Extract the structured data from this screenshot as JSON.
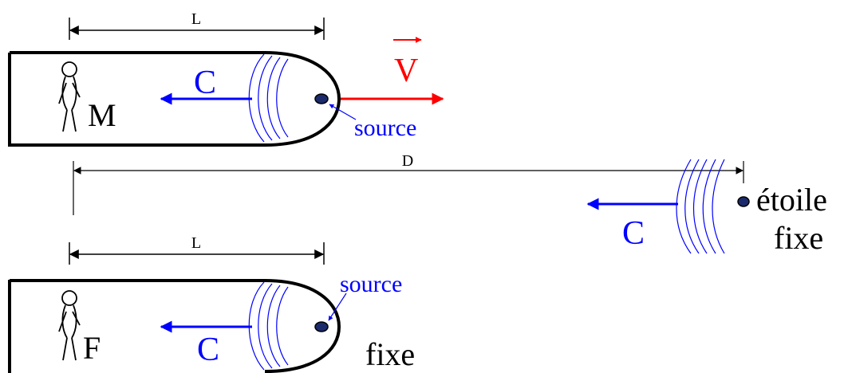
{
  "colors": {
    "ink": "#000000",
    "light_wave": "#0000ff",
    "velocity": "#ff0000",
    "source_dot": "#1a2a6c"
  },
  "icons": {
    "observer": "stick-figure-icon",
    "source": "dot-icon"
  },
  "moving_ship": {
    "length_label": "L",
    "light_label": "C",
    "observer_label": "M",
    "source_label": "source",
    "velocity_label": "V"
  },
  "distance_label": "D",
  "star": {
    "name": "étoile",
    "state": "fixe",
    "light_label": "C"
  },
  "fixed_ship": {
    "length_label": "L",
    "light_label": "C",
    "observer_label": "F",
    "source_label": "source",
    "state_label": "fixe"
  }
}
